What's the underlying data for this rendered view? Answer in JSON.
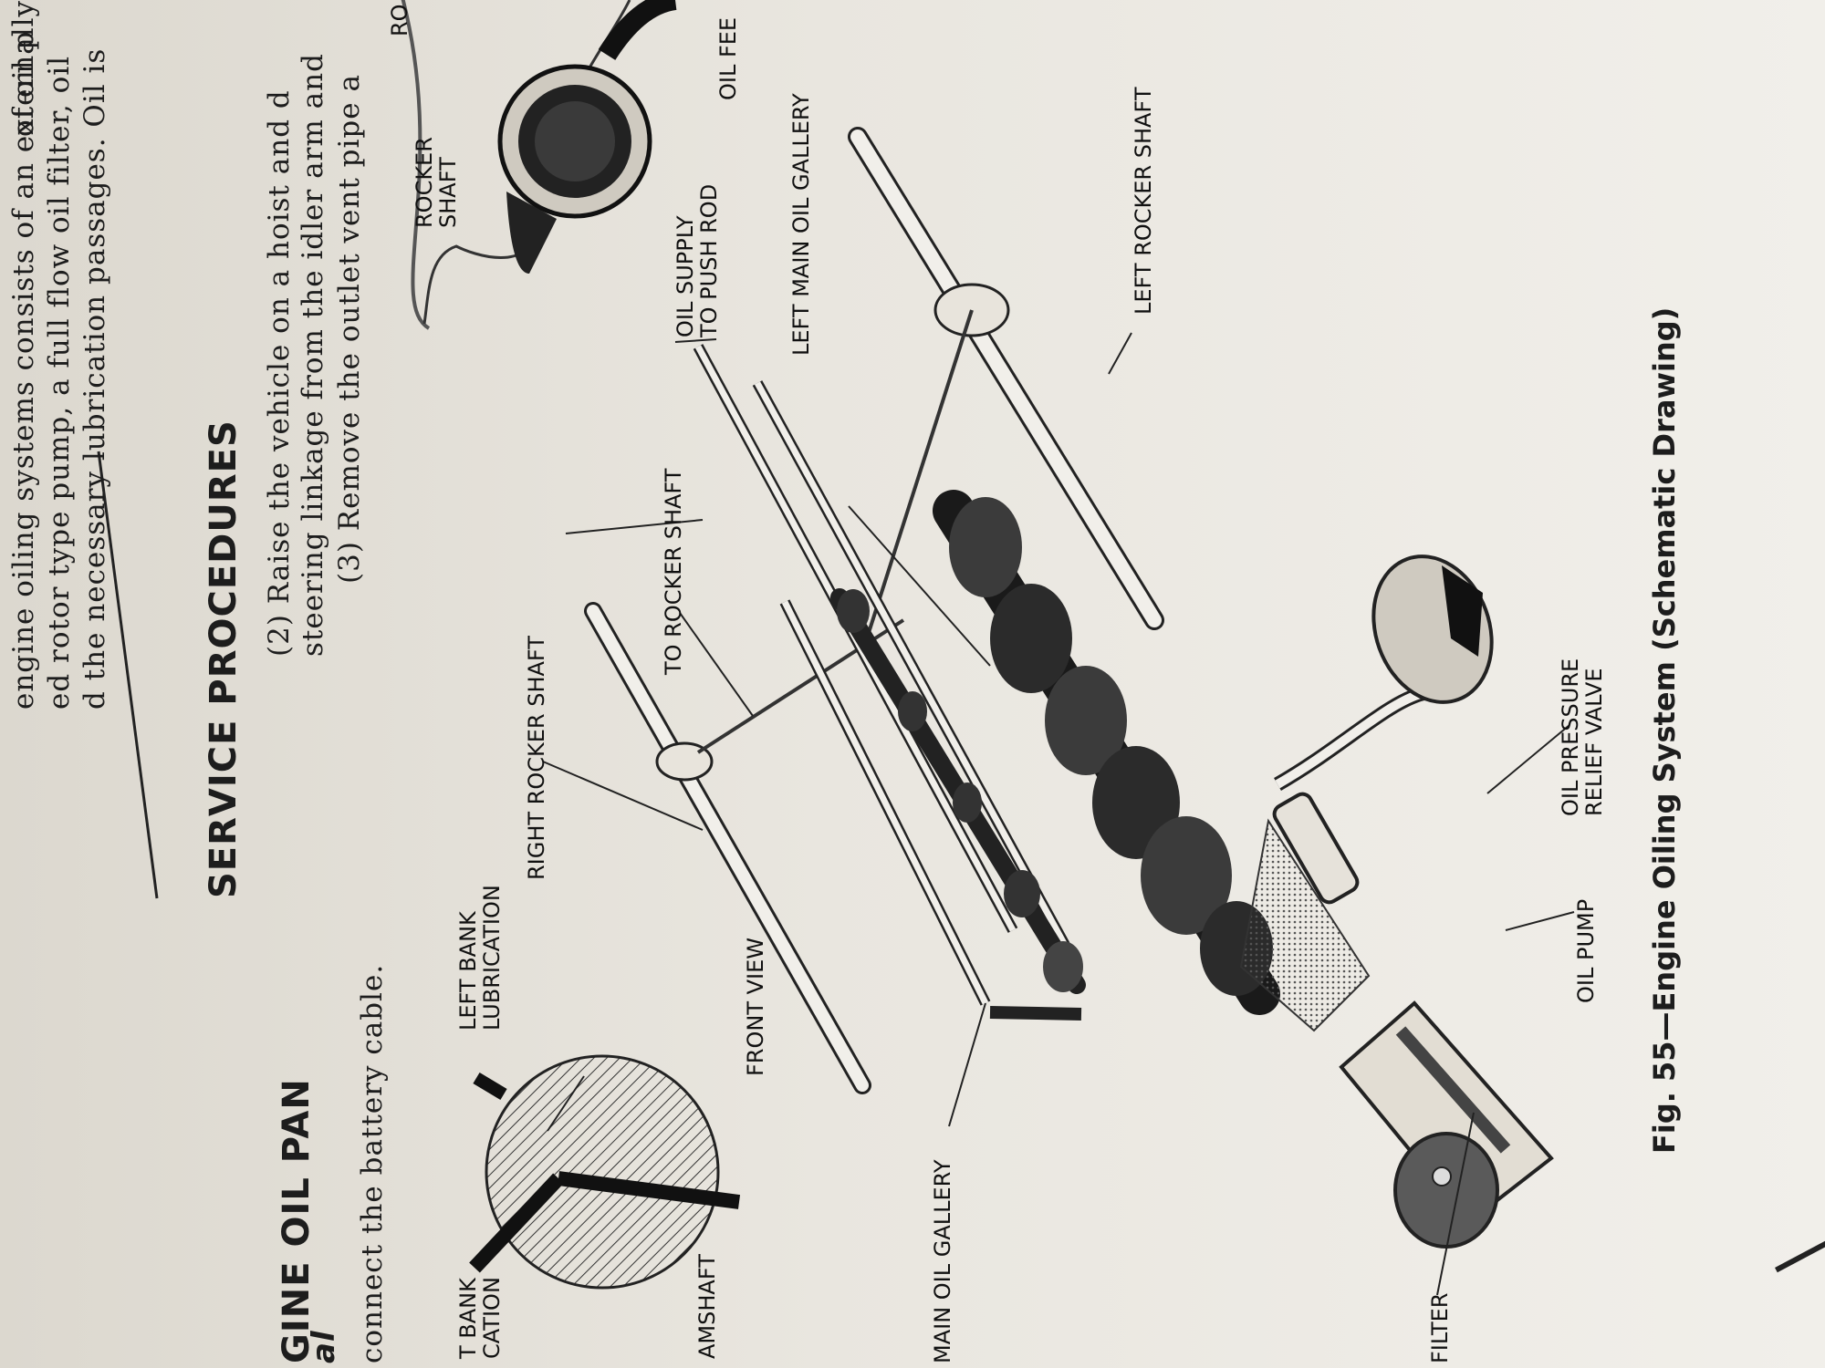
{
  "intro": {
    "line1": "engine oiling systems consists of an externally",
    "line2": "ed rotor type pump, a full flow oil filter, oil",
    "line3": "d the necessary lubrication passages.  Oil is",
    "top_fragment": "of oil p"
  },
  "oil_pan": {
    "heading": "GINE OIL PAN",
    "subheading": "al",
    "step": "connect the battery cable."
  },
  "service": {
    "heading": "SERVICE PROCEDURES",
    "step2_line1": "(2)  Raise the vehicle on a hoist and d",
    "step2_line2": "steering linkage from the idler arm and",
    "step3": "(3)  Remove  the  outlet  vent  pipe  a"
  },
  "labels": {
    "left_bank_lubrication": "LEFT BANK\nLUBRICATION",
    "front_view": "FRONT VIEW",
    "right_rocker_shaft": "RIGHT ROCKER SHAFT",
    "to_rocker_shaft": "TO ROCKER SHAFT",
    "oil_supply_push_rod": "OIL SUPPLY\nTO PUSH ROD",
    "left_main_oil_gallery": "LEFT MAIN OIL GALLERY",
    "left_rocker_shaft": "LEFT ROCKER SHAFT",
    "rocker_shaft": "ROCKER\nSHAFT",
    "oil_feed": "OIL FEE",
    "ro_fragment": "RO",
    "oil_pressure_relief_valve": "OIL PRESSURE\nRELIEF VALVE",
    "oil_pump": "OIL PUMP",
    "main_oil_gallery": "MAIN OIL GALLERY",
    "filter": "FILTER",
    "camshaft_fragment": "AMSHAFT",
    "bank_cation_fragment": "T BANK\nCATION"
  },
  "caption": "Fig. 55—Engine Oiling System (Schematic Drawing)",
  "colors": {
    "ink": "#1d1d1d",
    "paper": "#ebe8e1"
  }
}
